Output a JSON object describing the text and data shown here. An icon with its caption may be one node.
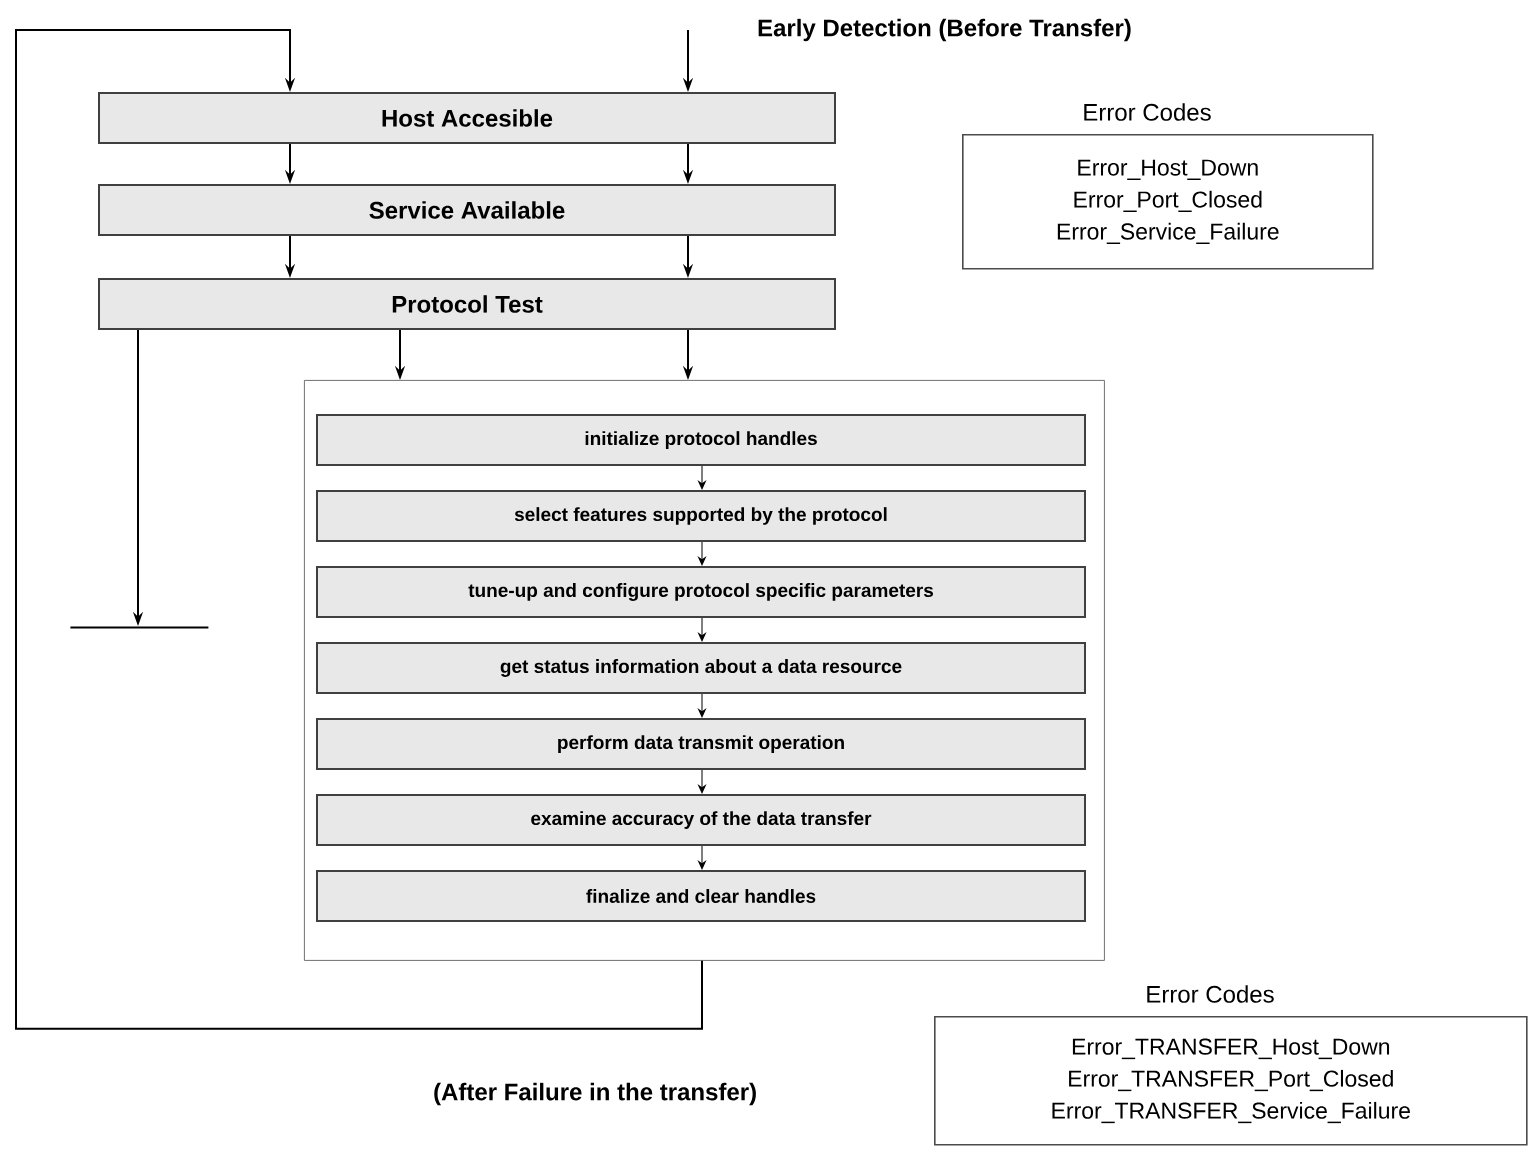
{
  "diagram": {
    "title": "Early Detection (Before Transfer)",
    "nodes": [
      {
        "text": [
          "Host Accesible"
        ]
      },
      {
        "text": [
          "Service Available"
        ]
      },
      {
        "text": [
          "Protocol Test"
        ]
      },
      {
        "text": [],
        "shape": "box"
      },
      {
        "text": [
          "initialize protocol handles"
        ],
        "in": 3
      },
      {
        "text": [
          "select features supported by the protocol"
        ],
        "in": 3
      },
      {
        "text": [
          "tune-up and configure protocol specific parameters"
        ],
        "in": 3
      },
      {
        "text": [
          "get status information about a data resource"
        ],
        "in": 3
      },
      {
        "text": [
          "perform data transmit operation"
        ],
        "in": 3
      },
      {
        "text": [
          "examine accuracy of the data transfer"
        ],
        "in": 3
      },
      {
        "text": [
          "finalize and clear handles"
        ],
        "in": 3
      },
      {
        "text": [
          "Error Codes",
          "Error_Host_Down",
          "Error_Port_Closed",
          "Error_Service_Failure"
        ]
      },
      {
        "text": [
          "Error Codes",
          "Error_TRANSFER_Host_Down",
          "Error_TRANSFER_Port_Closed",
          "Error_TRANSFER_Service_Failure"
        ]
      },
      {
        "text": [],
        "shape": "bar"
      }
    ],
    "edges": [
      {
        "from": null,
        "to": 0,
        "arrow": "to"
      },
      {
        "from": 3,
        "to": 0,
        "arrow": "to"
      },
      {
        "from": 0,
        "to": 1,
        "arrow": "to"
      },
      {
        "from": 0,
        "to": 1,
        "arrow": "to"
      },
      {
        "from": 1,
        "to": 2,
        "arrow": "to"
      },
      {
        "from": 1,
        "to": 2,
        "arrow": "to"
      },
      {
        "from": 2,
        "to": 13,
        "arrow": "to"
      },
      {
        "from": 2,
        "to": 3,
        "arrow": "to"
      },
      {
        "from": 2,
        "to": 3,
        "arrow": "to"
      },
      {
        "from": 4,
        "to": 5,
        "arrow": "to"
      },
      {
        "from": 5,
        "to": 6,
        "arrow": "to"
      },
      {
        "from": 6,
        "to": 7,
        "arrow": "to"
      },
      {
        "from": 7,
        "to": 8,
        "arrow": "to"
      },
      {
        "from": 8,
        "to": 9,
        "arrow": "to"
      },
      {
        "from": 9,
        "to": 10,
        "arrow": "to"
      }
    ],
    "labels": [
      "(After Failure in the transfer)"
    ]
  }
}
